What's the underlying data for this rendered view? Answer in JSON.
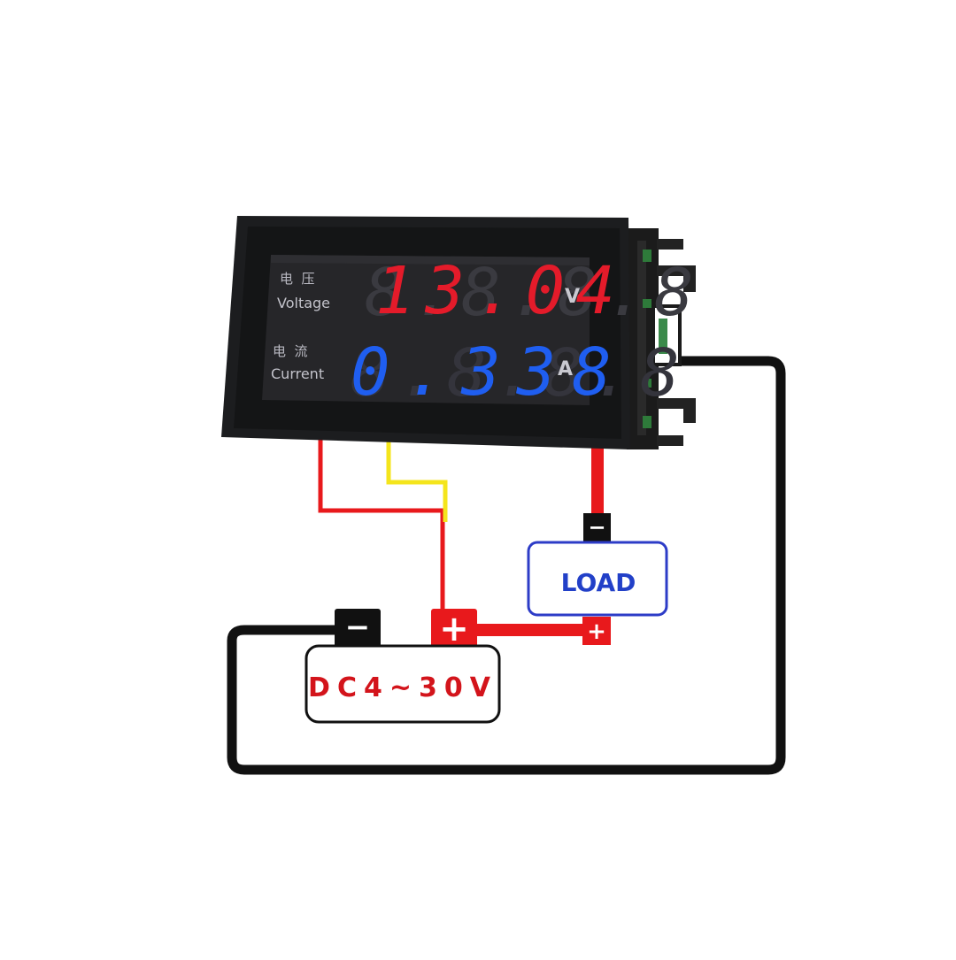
{
  "meter": {
    "voltage_label_cn": "电  压",
    "voltage_label_en": "Voltage",
    "current_label_cn": "电  流",
    "current_label_en": "Current",
    "voltage_reading": "13.04",
    "voltage_unit": "V",
    "current_reading": "0.338",
    "current_unit": "A"
  },
  "load": {
    "label": "LOAD",
    "neg_symbol": "−",
    "pos_symbol": "+"
  },
  "supply": {
    "label": "DC4~30V",
    "neg_symbol": "−",
    "pos_symbol": "+"
  },
  "colors": {
    "red_wire": "#e8191c",
    "yellow_wire": "#f4e51c",
    "black_wire": "#111111",
    "voltage_digits": "#e41b2a",
    "current_digits": "#1f5ef0",
    "load_border": "#2d3cc7",
    "load_text": "#2240c8",
    "supply_text": "#d3141b"
  }
}
